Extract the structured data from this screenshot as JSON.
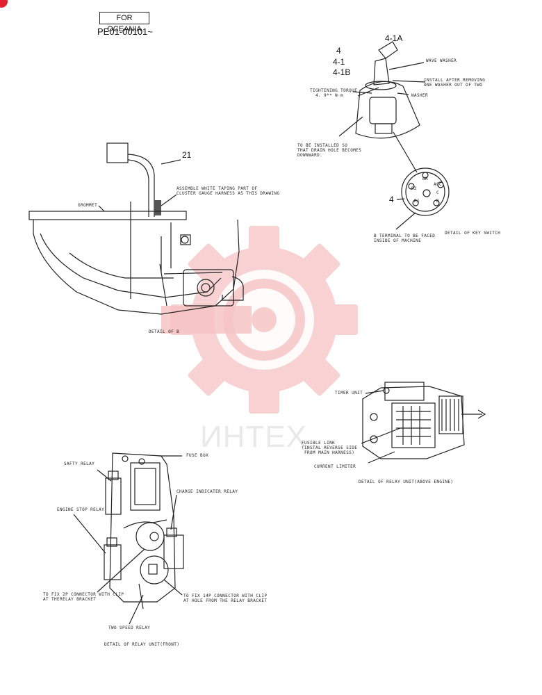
{
  "header": {
    "region": "FOR OCEANIA",
    "serial": "PE01-00101~"
  },
  "key_switch": {
    "parts": [
      "4",
      "4-1",
      "4-1B"
    ],
    "key_label": "4-1A",
    "wave_washer": "WAVE WASHER",
    "install_note": "INSTALL AFTER REMOVING\nONE WASHER OUT OF TWO",
    "washer": "WASHER",
    "torque": "TIGHTENING TORQUE\n  4. 9** N·m",
    "drain_note": "TO BE INSTALLED SO\nTHAT DRAIN HOLE BECOMES\nDOWNWARD.",
    "face_part": "4",
    "terminals": [
      "BR",
      "ACC",
      "R2",
      "C",
      "R1",
      "B"
    ],
    "b_terminal_note": "B TERMINAL TO BE FACED\nINSIDE OF MACHINE",
    "caption": "DETAIL OF KEY SWITCH"
  },
  "detail_b": {
    "part": "21",
    "assemble_note": "ASSEMBLE WHITE TAPING PART OF\nCLUSTER GAUGE HARNESS AS THIS DRAWING",
    "grommet": "GROMMET",
    "caption": "DETAIL OF B"
  },
  "relay_above": {
    "timer": "TIMER UNIT",
    "fusible": "FUSIBLE LINK\n(INSTAL REVERSE SIDE\n FROM MAIN HARNESS)",
    "limiter": "CURRENT LIMITER",
    "caption": "DETAIL OF RELAY UNIT(ABOVE ENGINE)"
  },
  "relay_front": {
    "fuse_box": "FUSE BOX",
    "safety": "SAFTY RELAY",
    "engine_stop": "ENGINE STOP RELAY",
    "charge": "CHARGE INDICATER RELAY",
    "connector_left": "TO FIX 2P CONNECTOR WITH CLIP\nAT THERELAY BRACKET",
    "connector_right": "TO FIX 14P CONNECTOR WITH CLIP\nAT HOLE FROM THE RELAY BRACKET",
    "two_speed": "TWO SPEED RELAY",
    "caption": "DETAIL OF RELAY UNIT(FRONT)"
  },
  "watermark": {
    "text": "ИНТЕХ",
    "color": "#f4b7b7"
  }
}
